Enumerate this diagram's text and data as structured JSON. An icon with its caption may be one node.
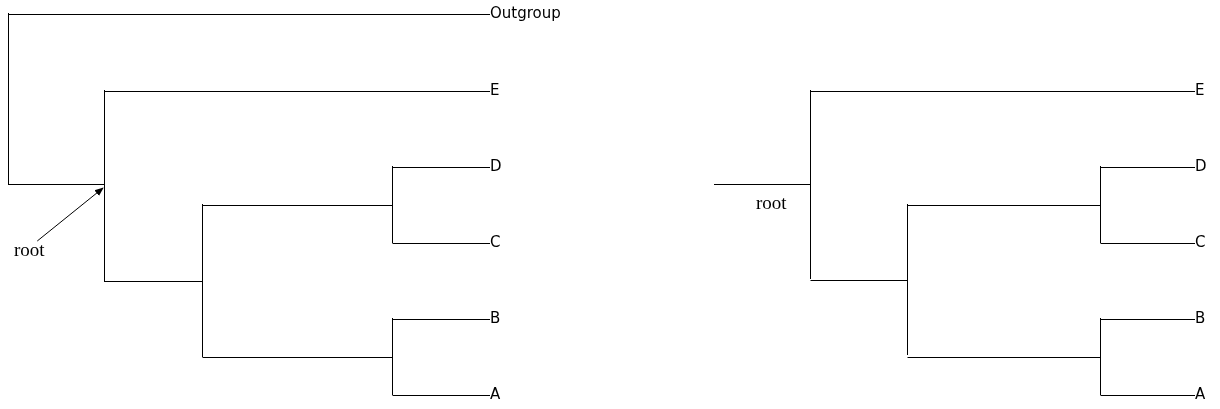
{
  "diagram": {
    "nodes": [
      {
        "text": [
          "Outgroup"
        ]
      },
      {
        "text": [
          "E"
        ]
      },
      {
        "text": [
          "D"
        ]
      },
      {
        "text": [
          "C"
        ]
      },
      {
        "text": [
          "B"
        ]
      },
      {
        "text": [
          "A"
        ]
      },
      {
        "text": [
          "root"
        ]
      },
      {
        "text": [
          "E"
        ]
      },
      {
        "text": [
          "D"
        ]
      },
      {
        "text": [
          "C"
        ]
      },
      {
        "text": [
          "B"
        ]
      },
      {
        "text": [
          "A"
        ]
      },
      {
        "text": [
          "root"
        ]
      },
      {
        "text": [],
        "shape": "bar"
      },
      {
        "text": [],
        "shape": "bar"
      },
      {
        "text": [],
        "shape": "bar"
      },
      {
        "text": [],
        "shape": "bar"
      },
      {
        "text": [],
        "shape": "bar"
      },
      {
        "text": [],
        "shape": "bar"
      },
      {
        "text": [],
        "shape": "bar"
      },
      {
        "text": [],
        "shape": "bar"
      },
      {
        "text": [],
        "shape": "bar"
      }
    ],
    "edges": [
      {
        "from": 6,
        "to": 14,
        "arrow": "to"
      },
      {
        "from": 13,
        "to": 0,
        "arrow": "none"
      },
      {
        "from": 13,
        "to": 14,
        "arrow": "none"
      },
      {
        "from": 14,
        "to": 1,
        "arrow": "none"
      },
      {
        "from": 14,
        "to": 15,
        "arrow": "none"
      },
      {
        "from": 15,
        "to": 16,
        "arrow": "none"
      },
      {
        "from": 15,
        "to": 17,
        "arrow": "none"
      },
      {
        "from": 16,
        "to": 2,
        "arrow": "none"
      },
      {
        "from": 16,
        "to": 3,
        "arrow": "none"
      },
      {
        "from": 17,
        "to": 4,
        "arrow": "none"
      },
      {
        "from": 17,
        "to": 5,
        "arrow": "none"
      },
      {
        "from": null,
        "to": 18,
        "arrow": "none"
      },
      {
        "from": 18,
        "to": 7,
        "arrow": "none"
      },
      {
        "from": 18,
        "to": 19,
        "arrow": "none"
      },
      {
        "from": 19,
        "to": 20,
        "arrow": "none"
      },
      {
        "from": 19,
        "to": 21,
        "arrow": "none"
      },
      {
        "from": 20,
        "to": 8,
        "arrow": "none"
      },
      {
        "from": 20,
        "to": 9,
        "arrow": "none"
      },
      {
        "from": 21,
        "to": 10,
        "arrow": "none"
      },
      {
        "from": 21,
        "to": 11,
        "arrow": "none"
      }
    ]
  }
}
